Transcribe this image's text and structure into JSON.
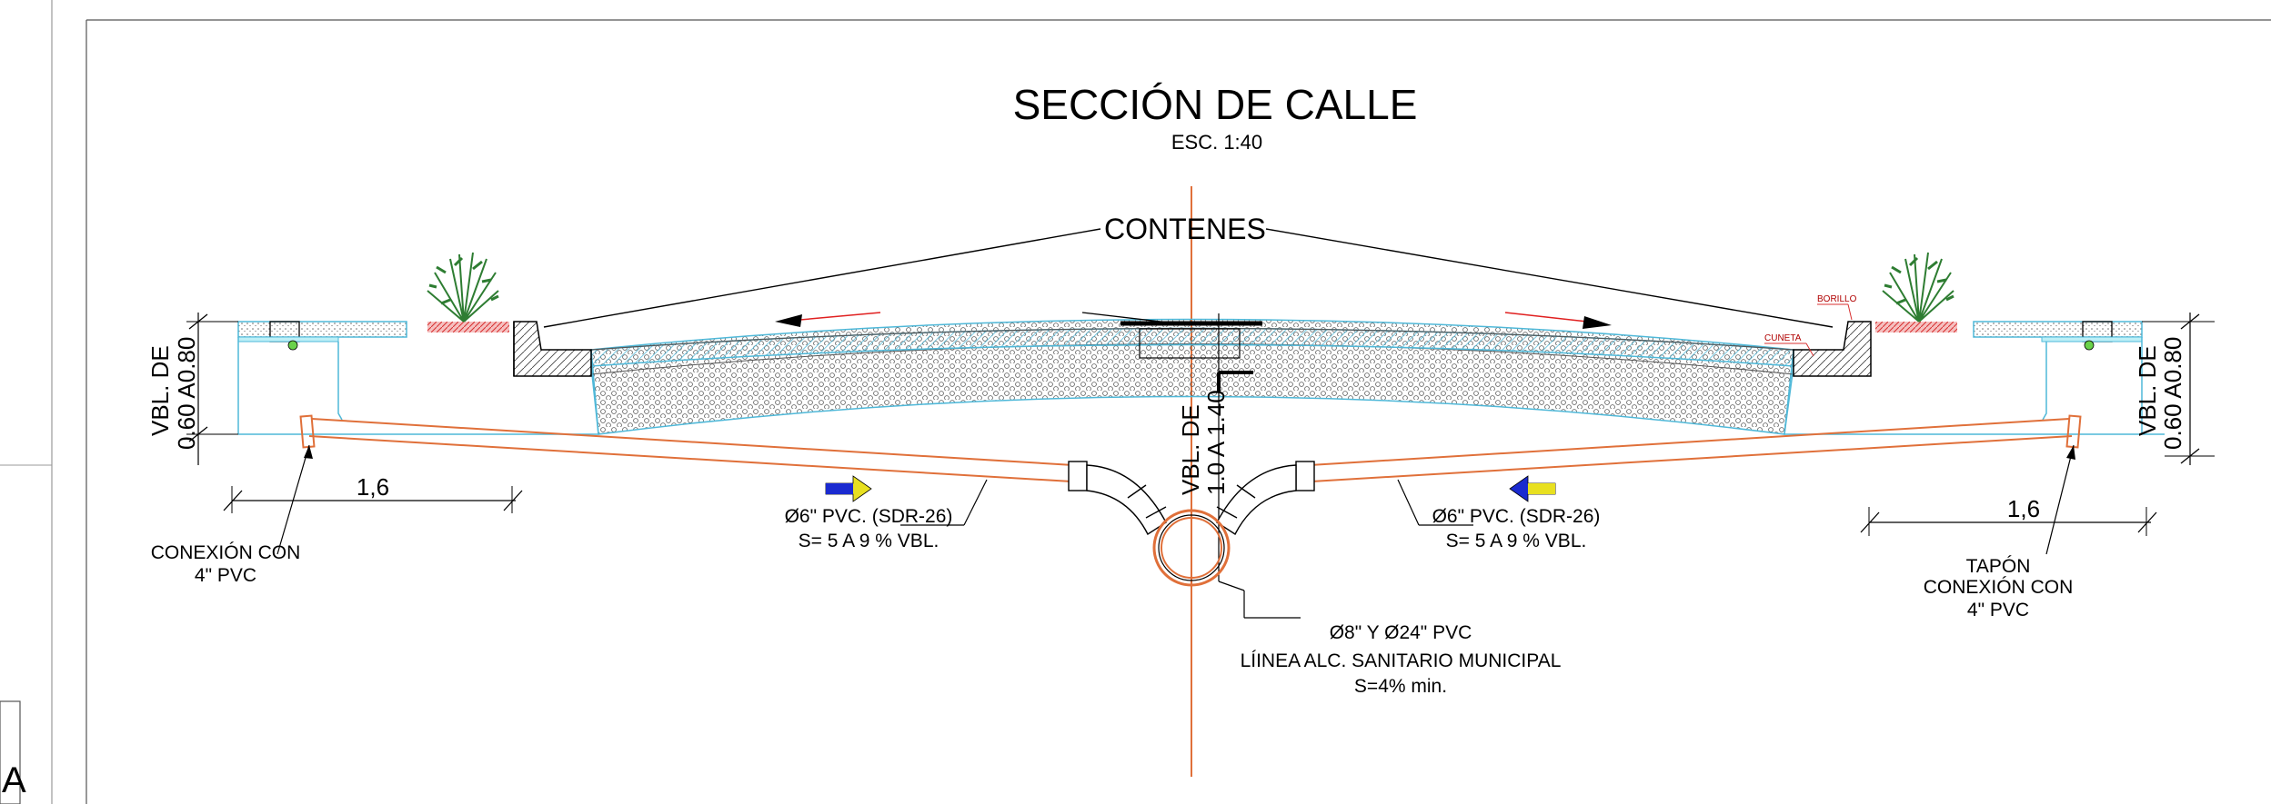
{
  "title": "SECCIÓN DE CALLE",
  "scale": "ESC. 1:40",
  "contenes_label": "CONTENES",
  "borillo_label": "BORILLO",
  "cuneta_label": "CUNETA",
  "left": {
    "vbl_line1": "VBL. DE",
    "vbl_line2": "0.60 A0.80",
    "dimension": "1,6",
    "connection_line1": "CONEXIÓN CON",
    "connection_line2": "4\" PVC",
    "pipe_line1": "Ø6\" PVC. (SDR-26)",
    "pipe_line2": "S= 5 A 9 % VBL."
  },
  "right": {
    "vbl_line1": "VBL. DE",
    "vbl_line2": "0.60 A0.80",
    "dimension": "1,6",
    "tapon": "TAPÓN",
    "connection_line1": "CONEXIÓN CON",
    "connection_line2": "4\" PVC",
    "pipe_line1": "Ø6\" PVC. (SDR-26)",
    "pipe_line2": "S= 5 A 9 % VBL."
  },
  "center": {
    "vbl_line1": "VBL. DE",
    "vbl_line2": "1.0 A 1.40",
    "main_line1": "Ø8\" Y Ø24\" PVC",
    "main_line2": "LÍINEA ALC. SANITARIO MUNICIPAL",
    "main_line3": "S=4% min."
  },
  "edge_letter": "A",
  "colors": {
    "line": "#000000",
    "pipe": "#e0703a",
    "pavement_hatch": "#4fb8d8",
    "base_outline": "#4fb8d8",
    "flow_arrow": "#e02020",
    "vegetation": "#2e7d32",
    "soil": "#d83030",
    "arrow_blue": "#1a2ad0",
    "arrow_yellow": "#e8e020"
  }
}
